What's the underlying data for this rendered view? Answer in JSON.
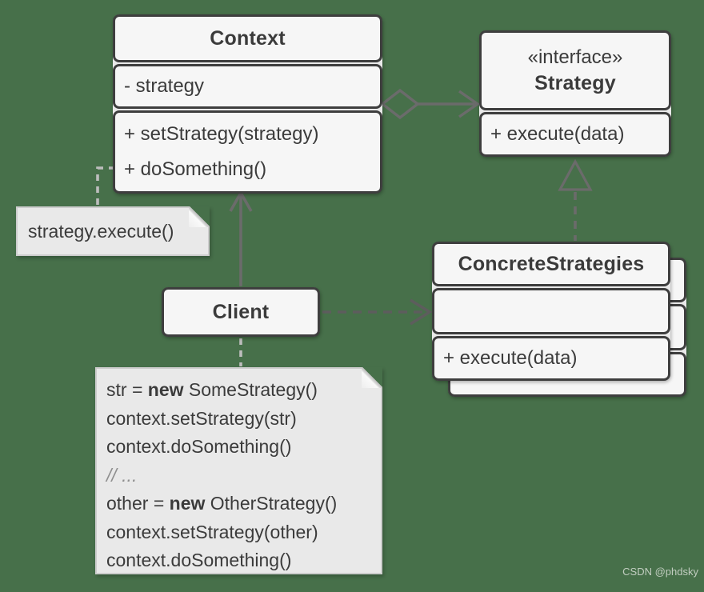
{
  "colors": {
    "background": "#47704A",
    "box_fill": "#f6f6f6",
    "box_border": "#3e3e3e",
    "note_fill": "#e9e9e9",
    "note_border": "#cdcdcd",
    "line": "#6b6b6b",
    "dependency_line": "#5d5d5d",
    "note_line": "#bdbdbd",
    "text": "#3b3b3b"
  },
  "classes": {
    "context": {
      "title": "Context",
      "field": "- strategy",
      "method1": "+ setStrategy(strategy)",
      "method2": "+ doSomething()"
    },
    "strategy": {
      "stereotype": "«interface»",
      "title": "Strategy",
      "method": "+ execute(data)"
    },
    "concrete": {
      "title": "ConcreteStrategies",
      "method": "+ execute(data)"
    },
    "client": {
      "title": "Client"
    }
  },
  "notes": {
    "execute_note": "strategy.execute()",
    "code_note": {
      "lines": [
        {
          "pre": "str = ",
          "bold": "new",
          "post": " SomeStrategy()"
        },
        {
          "pre": "context.setStrategy(str)",
          "bold": "",
          "post": ""
        },
        {
          "pre": "context.doSomething()",
          "bold": "",
          "post": ""
        },
        {
          "pre": "// ...",
          "bold": "",
          "post": ""
        },
        {
          "pre": "other = ",
          "bold": "new",
          "post": " OtherStrategy()"
        },
        {
          "pre": "context.setStrategy(other)",
          "bold": "",
          "post": ""
        },
        {
          "pre": "context.doSomething()",
          "bold": "",
          "post": ""
        }
      ]
    }
  },
  "watermark": "CSDN @phdsky"
}
